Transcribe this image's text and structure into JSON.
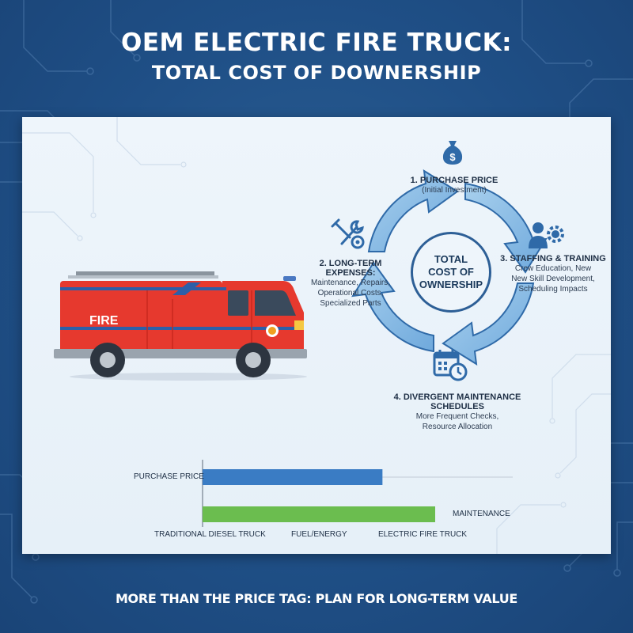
{
  "title_line1": "OEM ELECTRIC FIRE TRUCK:",
  "title_line2": "TOTAL COST OF DOWNERSHIP",
  "truck_label": "FIRE",
  "center_lines": [
    "TOTAL",
    "COST OF",
    "OWNERSHIP"
  ],
  "steps": [
    {
      "title": "1. PURCHASE PRICE",
      "lines": [
        "(Initial Investment)"
      ],
      "icon": "money-bag-icon"
    },
    {
      "title": "2. LONG-TERM EXPENSES:",
      "lines": [
        "Maintenance, Repairs,",
        "Operational Costs,",
        "Specialized Parts"
      ],
      "icon": "tools-icon"
    },
    {
      "title": "3. STAFFING & TRAINING",
      "lines": [
        "Crew Education, New",
        "New Skill Development,",
        "Scheduling Impacts"
      ],
      "icon": "staff-gear-icon"
    },
    {
      "title": "4. DIVERGENT MAINTENANCE SCHEDULES",
      "lines": [
        "More Frequent Checks,",
        "Resource Allocation"
      ],
      "icon": "calendar-clock-icon"
    }
  ],
  "chart_data": {
    "type": "bar",
    "orientation": "horizontal",
    "bars": [
      {
        "label": "PURCHASE PRICE",
        "value": 0.58,
        "color": "#3a7cc4"
      },
      {
        "label": "MAINTENANCE",
        "value": 0.75,
        "color": "#6bbd4f"
      }
    ],
    "x_labels": [
      "TRADITIONAL DIESEL TRUCK",
      "FUEL/ENERGY",
      "ELECTRIC FIRE TRUCK"
    ],
    "grid": false
  },
  "footer": "MORE THAN THE PRICE TAG: PLAN FOR LONG-TERM VALUE"
}
